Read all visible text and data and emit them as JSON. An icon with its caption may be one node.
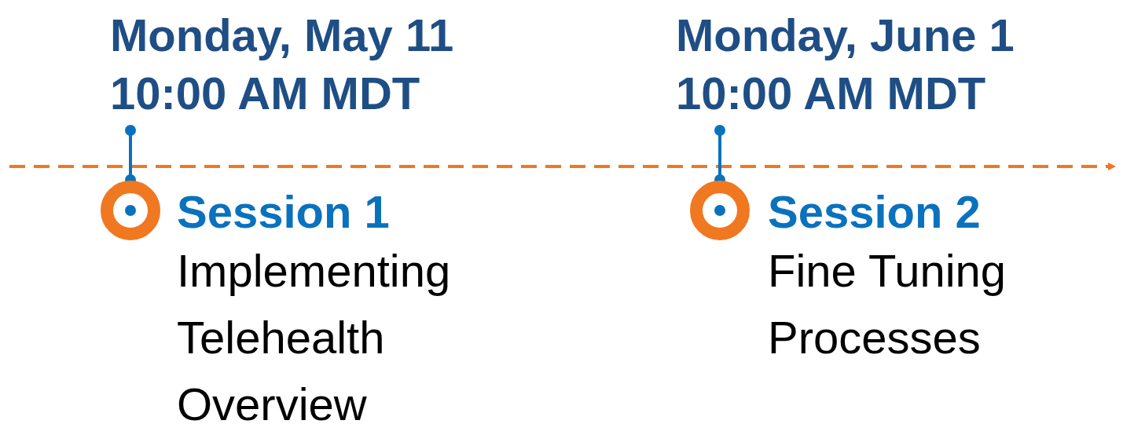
{
  "diagram": {
    "nodes": [
      {
        "text": [
          "Monday, May 11 10:00 AM MDT"
        ]
      },
      {
        "text": [],
        "shape": "circle"
      },
      {
        "text": [
          "Session 1",
          "Implementing Telehealth Overview"
        ]
      },
      {
        "text": [
          "Monday, June 1 10:00 AM MDT"
        ]
      },
      {
        "text": [],
        "shape": "circle"
      },
      {
        "text": [
          "Session 2",
          "Fine Tuning Processes"
        ]
      }
    ],
    "edges": [
      {
        "from": 0,
        "to": 1,
        "arrow": "other"
      },
      {
        "from": 3,
        "to": 4,
        "arrow": "other"
      }
    ]
  }
}
